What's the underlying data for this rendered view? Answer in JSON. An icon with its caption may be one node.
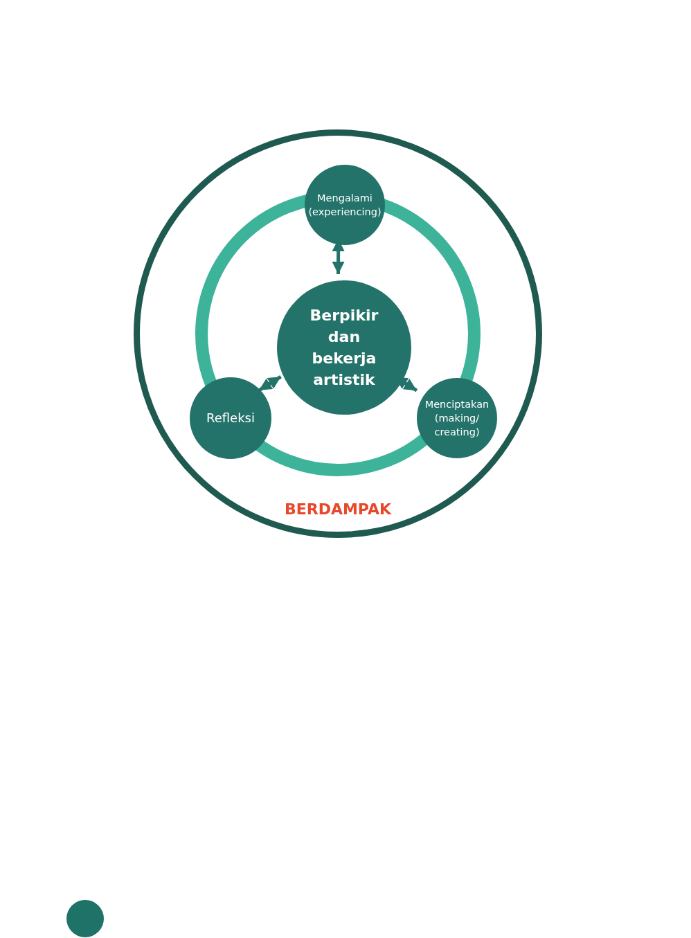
{
  "diagram": {
    "nodes": [
      {
        "text": [
          "BERDAMPAK"
        ]
      },
      {
        "text": [
          "Mengalami (experiencing)"
        ],
        "in": 0
      },
      {
        "text": [
          "Berpikir dan bekerja artistik"
        ],
        "in": 0
      },
      {
        "text": [
          "Refleksi"
        ],
        "in": 0
      },
      {
        "text": [
          "Menciptakan (making/ creating)"
        ],
        "in": 0
      },
      {
        "text": [],
        "shape": "circle"
      }
    ],
    "edges": [
      {
        "from": 2,
        "to": 1,
        "arrow": "both"
      },
      {
        "from": 2,
        "to": 3,
        "arrow": "both"
      },
      {
        "from": 2,
        "to": 4,
        "arrow": "both"
      }
    ]
  }
}
